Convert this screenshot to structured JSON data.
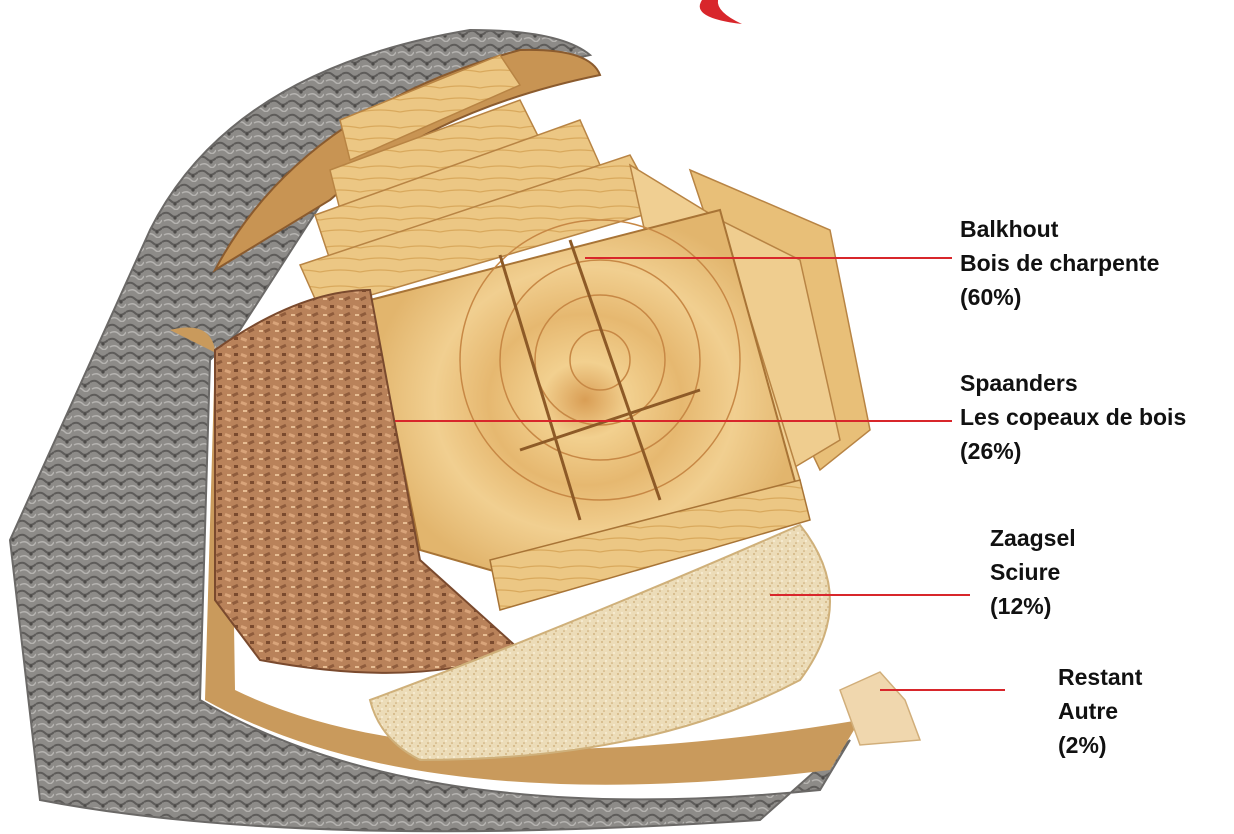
{
  "colors": {
    "leader_line": "#d8262b",
    "bark": "#8a8886",
    "timber": "#e9c37d",
    "chips": "#b9825a",
    "sawdust": "#ead9b5",
    "logo": "#d8262b"
  },
  "callouts": [
    {
      "name": "Balkhout",
      "name_fr": "Bois de charpente",
      "share": "(60%)"
    },
    {
      "name": "Spaanders",
      "name_fr": "Les copeaux de bois",
      "share": "(26%)"
    },
    {
      "name": "Zaagsel",
      "name_fr": "Sciure",
      "share": "(12%)"
    },
    {
      "name": "Restant",
      "name_fr": "Autre",
      "share": "(2%)"
    }
  ]
}
